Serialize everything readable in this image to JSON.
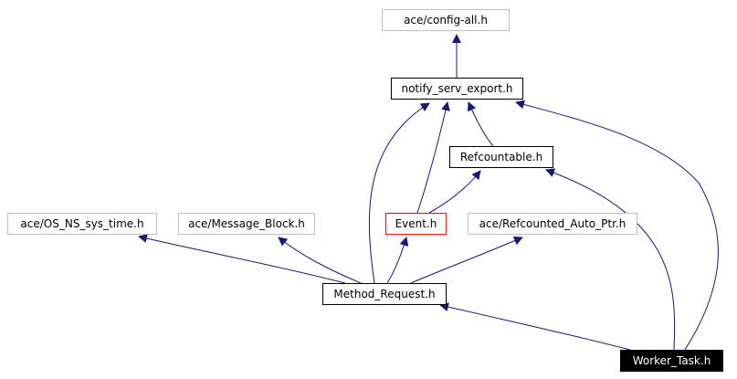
{
  "graph": {
    "nodes": [
      {
        "id": "config_all",
        "label": "ace/config-all.h",
        "kind": "external"
      },
      {
        "id": "notify_serv_export",
        "label": "notify_serv_export.h",
        "kind": "normal"
      },
      {
        "id": "refcountable",
        "label": "Refcountable.h",
        "kind": "normal"
      },
      {
        "id": "os_ns_sys_time",
        "label": "ace/OS_NS_sys_time.h",
        "kind": "external"
      },
      {
        "id": "message_block",
        "label": "ace/Message_Block.h",
        "kind": "external"
      },
      {
        "id": "event",
        "label": "Event.h",
        "kind": "highlight"
      },
      {
        "id": "refcounted_auto_ptr",
        "label": "ace/Refcounted_Auto_Ptr.h",
        "kind": "external"
      },
      {
        "id": "method_request",
        "label": "Method_Request.h",
        "kind": "normal"
      },
      {
        "id": "worker_task",
        "label": "Worker_Task.h",
        "kind": "focus"
      }
    ],
    "edges": [
      {
        "from": "notify_serv_export",
        "to": "config_all"
      },
      {
        "from": "refcountable",
        "to": "notify_serv_export"
      },
      {
        "from": "event",
        "to": "notify_serv_export"
      },
      {
        "from": "event",
        "to": "refcountable"
      },
      {
        "from": "method_request",
        "to": "notify_serv_export"
      },
      {
        "from": "method_request",
        "to": "os_ns_sys_time"
      },
      {
        "from": "method_request",
        "to": "message_block"
      },
      {
        "from": "method_request",
        "to": "event"
      },
      {
        "from": "method_request",
        "to": "refcounted_auto_ptr"
      },
      {
        "from": "worker_task",
        "to": "method_request"
      },
      {
        "from": "worker_task",
        "to": "refcountable"
      },
      {
        "from": "worker_task",
        "to": "notify_serv_export"
      }
    ],
    "colors": {
      "edge": "#191970",
      "node_border": "#000000",
      "external_border": "#bfbfbf",
      "highlight_border": "#ff0000",
      "focus_fill": "#000000",
      "focus_text": "#ffffff"
    }
  }
}
